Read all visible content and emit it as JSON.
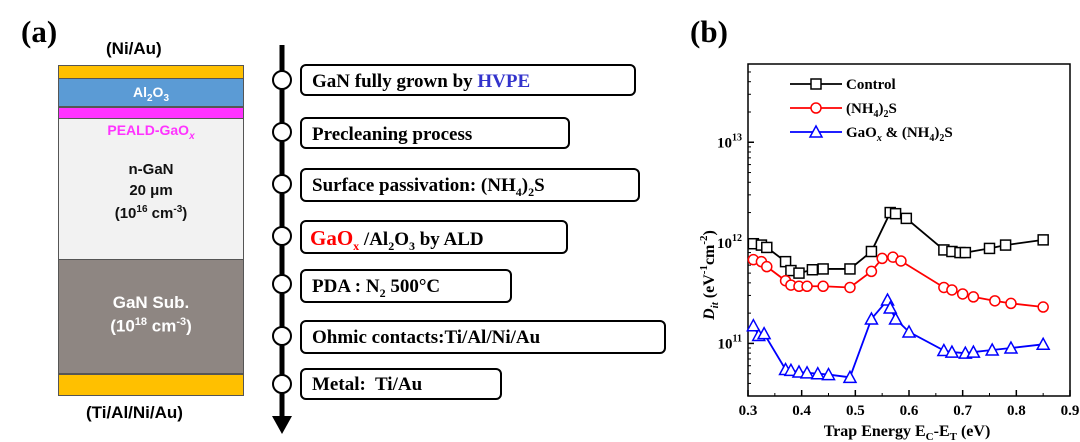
{
  "panel_a": {
    "label": "(a)",
    "top_contact": "(Ni/Au)",
    "bottom_contact": "(Ti/Al/Ni/Au)",
    "layers": {
      "al2o3": {
        "base": "Al",
        "sub": "2",
        "tail": "O",
        "sub2": "3",
        "color": "#5b9bd5"
      },
      "gaox": {
        "text": "PEALD-GaO",
        "sub": "x",
        "color": "#ff33ff",
        "text_color": "#ff33ff"
      },
      "ngan": {
        "line1": "n-GaN",
        "line2": "20 μm",
        "line3_pre": "(10",
        "line3_sup": "16",
        "line3_post": " cm",
        "line3_sup2": "-3",
        "line3_end": ")",
        "color": "#f2f2f2"
      },
      "gansub": {
        "line1": "GaN Sub.",
        "line2_pre": "(10",
        "line2_sup": "18",
        "line2_post": " cm",
        "line2_sup2": "-3",
        "line2_end": ")",
        "color": "#8e8682"
      },
      "metal": {
        "color": "#ffc000"
      }
    },
    "steps": [
      {
        "pre": "GaN fully grown by ",
        "hl": "HVPE",
        "hl_color": "#3333cc"
      },
      {
        "text": "Precleaning process"
      },
      {
        "pre": "Surface passivation: (NH",
        "sub": "4",
        "mid": ")",
        "sub2": "2",
        "post": "S"
      },
      {
        "hl": "GaO",
        "hl_sub": "x",
        "hl_color": "#ff0000",
        "post": " /Al",
        "sub": "2",
        "mid": "O",
        "sub2": "3",
        "tail": " by ALD"
      },
      {
        "pre": "PDA : N",
        "sub": "2",
        "post": " 500°C"
      },
      {
        "text": "Ohmic contacts:Ti/Al/Ni/Au"
      },
      {
        "text": "Metal:  Ti/Au"
      }
    ]
  },
  "panel_b": {
    "label": "(b)",
    "chart_data": {
      "type": "line",
      "xlabel": "Trap Energy E",
      "xlabel_sub1": "C",
      "xlabel_mid": "-E",
      "xlabel_sub2": "T",
      "xlabel_tail": " (eV)",
      "ylabel": "D",
      "ylabel_sub": "it",
      "ylabel_units": " (eV",
      "ylabel_sup1": "-1",
      "ylabel_mid": "cm",
      "ylabel_sup2": "-2",
      "ylabel_end": ")",
      "xlim": [
        0.3,
        0.9
      ],
      "ylim": [
        30000000000.0,
        60000000000000.0
      ],
      "yscale": "log",
      "xticks": [
        "0.3",
        "0.4",
        "0.5",
        "0.6",
        "0.7",
        "0.8",
        "0.9"
      ],
      "yticks": [
        {
          "base": "10",
          "exp": "11",
          "value": 100000000000.0
        },
        {
          "base": "10",
          "exp": "12",
          "value": 1000000000000.0
        },
        {
          "base": "10",
          "exp": "13",
          "value": 10000000000000.0
        }
      ],
      "legend_position": "top-left",
      "series": [
        {
          "name": "Control",
          "color": "#000000",
          "marker": "square",
          "x": [
            0.31,
            0.325,
            0.335,
            0.37,
            0.38,
            0.395,
            0.42,
            0.44,
            0.49,
            0.53,
            0.565,
            0.575,
            0.595,
            0.665,
            0.68,
            0.695,
            0.705,
            0.75,
            0.78,
            0.85
          ],
          "y": [
            980000000000.0,
            950000000000.0,
            900000000000.0,
            650000000000.0,
            530000000000.0,
            500000000000.0,
            540000000000.0,
            550000000000.0,
            550000000000.0,
            820000000000.0,
            2000000000000.0,
            1950000000000.0,
            1750000000000.0,
            850000000000.0,
            820000000000.0,
            800000000000.0,
            800000000000.0,
            880000000000.0,
            950000000000.0,
            1070000000000.0
          ]
        },
        {
          "name": "(NH4)2S",
          "name_pre": "(NH",
          "name_sub": "4",
          "name_mid": ")",
          "name_sub2": "2",
          "name_post": "S",
          "color": "#ff0000",
          "marker": "circle",
          "x": [
            0.31,
            0.325,
            0.335,
            0.37,
            0.38,
            0.395,
            0.41,
            0.44,
            0.49,
            0.53,
            0.55,
            0.57,
            0.585,
            0.665,
            0.68,
            0.7,
            0.72,
            0.76,
            0.79,
            0.85
          ],
          "y": [
            680000000000.0,
            650000000000.0,
            580000000000.0,
            420000000000.0,
            380000000000.0,
            370000000000.0,
            370000000000.0,
            370000000000.0,
            360000000000.0,
            520000000000.0,
            700000000000.0,
            720000000000.0,
            660000000000.0,
            360000000000.0,
            340000000000.0,
            310000000000.0,
            290000000000.0,
            265000000000.0,
            250000000000.0,
            230000000000.0
          ]
        },
        {
          "name": "GaOx & (NH4)2S",
          "name_pre": "GaO",
          "name_ital": "x",
          "name_mid": " & (NH",
          "name_sub": "4",
          "name_mid2": ")",
          "name_sub2": "2",
          "name_post": "S",
          "color": "#0000ff",
          "marker": "triangle",
          "x": [
            0.31,
            0.32,
            0.33,
            0.37,
            0.38,
            0.395,
            0.41,
            0.43,
            0.45,
            0.49,
            0.53,
            0.56,
            0.565,
            0.575,
            0.6,
            0.665,
            0.68,
            0.705,
            0.72,
            0.755,
            0.79,
            0.85
          ],
          "y": [
            150000000000.0,
            120000000000.0,
            125000000000.0,
            55000000000.0,
            54000000000.0,
            52000000000.0,
            51000000000.0,
            50000000000.0,
            49000000000.0,
            46000000000.0,
            175000000000.0,
            270000000000.0,
            225000000000.0,
            175000000000.0,
            130000000000.0,
            85000000000.0,
            82000000000.0,
            80000000000.0,
            82000000000.0,
            86000000000.0,
            90000000000.0,
            98000000000.0
          ]
        }
      ]
    }
  }
}
